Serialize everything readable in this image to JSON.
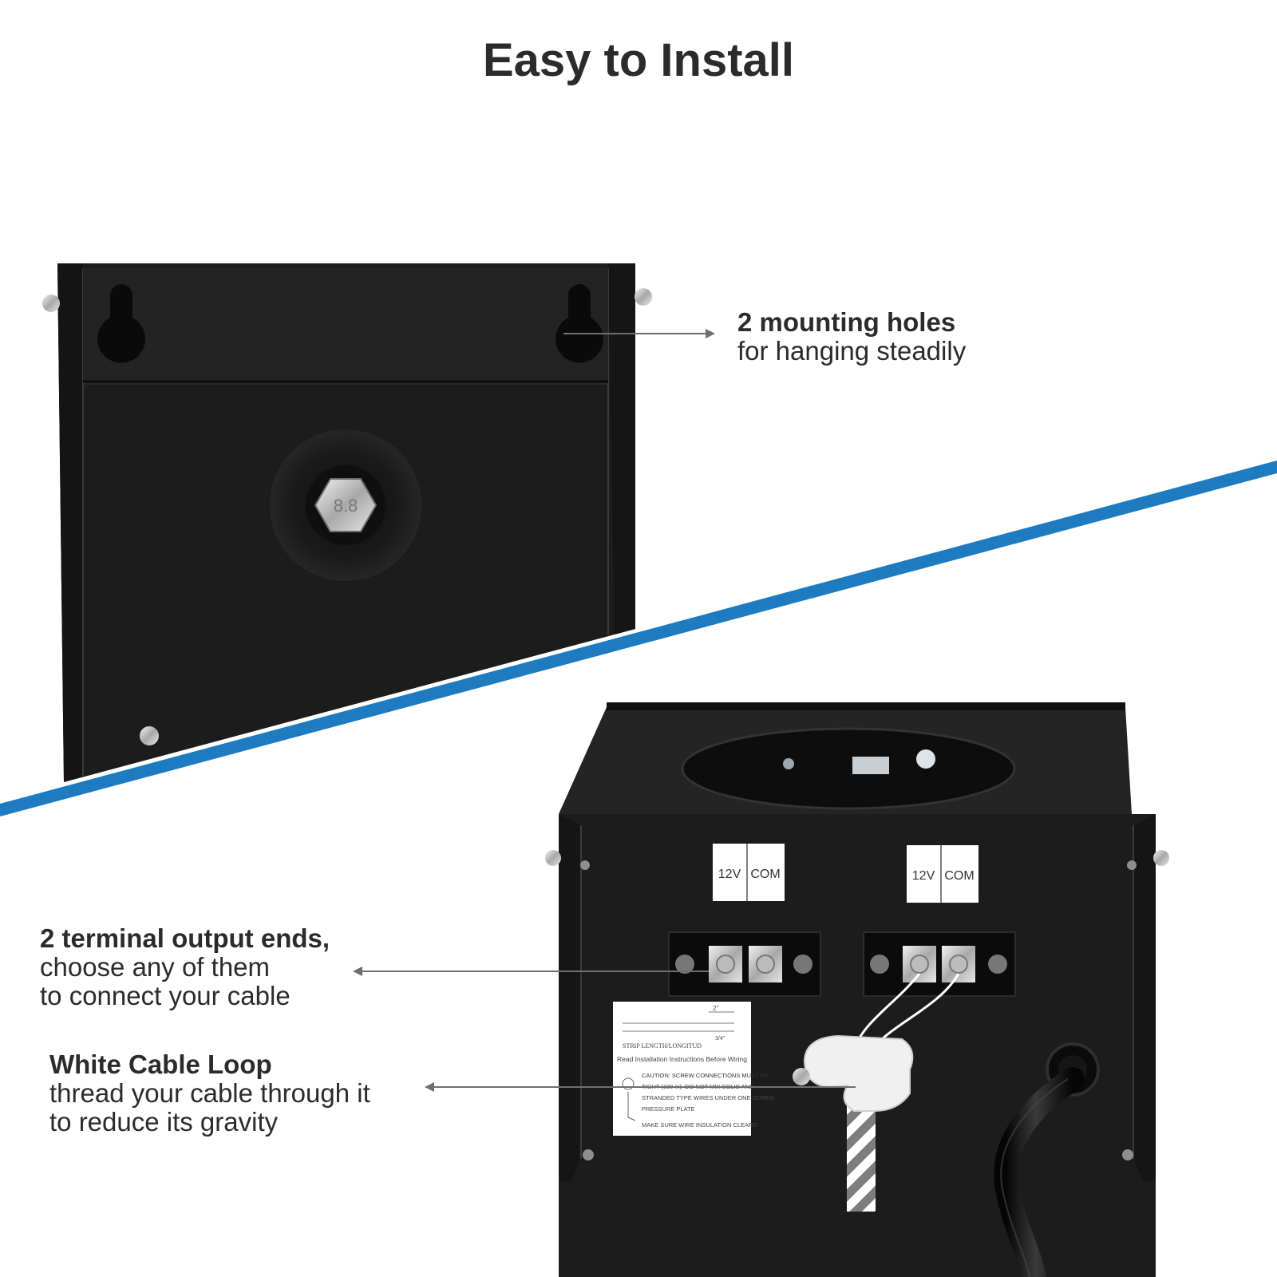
{
  "title": "Easy to Install",
  "callouts": {
    "mounting": {
      "heading": "2 mounting holes",
      "lines": [
        "for hanging steadily"
      ]
    },
    "terminals": {
      "heading": "2 terminal output ends,",
      "lines": [
        "choose any of them",
        "to connect your cable"
      ]
    },
    "cable_loop": {
      "heading": "White Cable Loop",
      "lines": [
        "thread your cable through it",
        "to reduce its gravity"
      ]
    }
  },
  "terminal_labels": [
    {
      "left": "12V",
      "right": "COM"
    },
    {
      "left": "12V",
      "right": "COM"
    }
  ],
  "sticker": {
    "lines": [
      "STRIP LENGTH/LONGITUD",
      "Read Installation Instructions Before Wiring",
      "CAUTION: SCREW CONNECTIONS MUST BE",
      "TIGHT (100 in). DO NOT MIX SOLID AND",
      "STRANDED TYPE WIRES UNDER ONE SCREW",
      "PRESSURE PLATE",
      "MAKE SURE WIRE INSULATION CLEARS"
    ],
    "dim_top": "2\"",
    "dim_bottom": "3/4\""
  },
  "bolt_marking": "8.8",
  "colors": {
    "accent_stripe": "#1f7bc0",
    "device_body": "#1c1c1c",
    "text": "#2b2b2b",
    "arrow": "#6f6f6f"
  }
}
